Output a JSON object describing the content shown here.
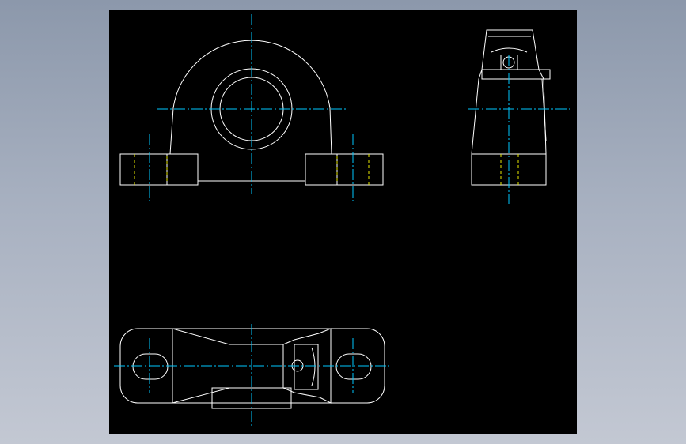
{
  "colors": {
    "background_top": "#8c98ab",
    "background_bottom": "#c3c8d3",
    "viewport": "#000000",
    "outline": "#ffffff",
    "centerline": "#00c8ff",
    "hidden_line": "#e8e800"
  },
  "views": [
    {
      "name": "front-view"
    },
    {
      "name": "side-view"
    },
    {
      "name": "top-view"
    }
  ]
}
